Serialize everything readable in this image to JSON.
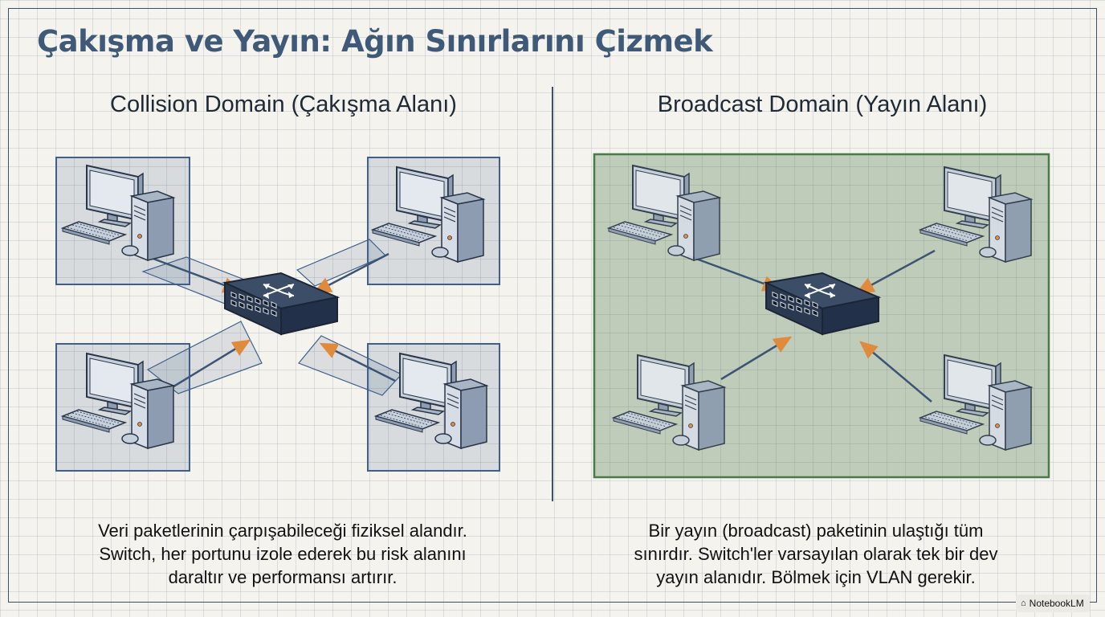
{
  "title": "Çakışma ve Yayın: Ağın Sınırlarını Çizmek",
  "left": {
    "heading": "Collision Domain (Çakışma Alanı)",
    "description": [
      "Veri paketlerinin çarpışabileceği fiziksel alandır.",
      "Switch, her portunu izole ederek bu risk alanını",
      "daraltır ve performansı artırır."
    ],
    "domain_color": "#3f5f8a"
  },
  "right": {
    "heading": "Broadcast Domain (Yayın Alanı)",
    "description": [
      "Bir yayın (broadcast) paketinin ulaştığı tüm",
      "sınırdır. Switch'ler varsayılan olarak tek bir dev",
      "yayın alanıdır. Bölmek için VLAN gerekir."
    ],
    "domain_color": "#4a7a4a"
  },
  "colors": {
    "title": "#3f5a78",
    "arrow_tip": "#e08a3c",
    "switch_body": "#2f3e55"
  },
  "badge": {
    "icon": "notebooklm-icon",
    "label": "NotebookLM"
  }
}
